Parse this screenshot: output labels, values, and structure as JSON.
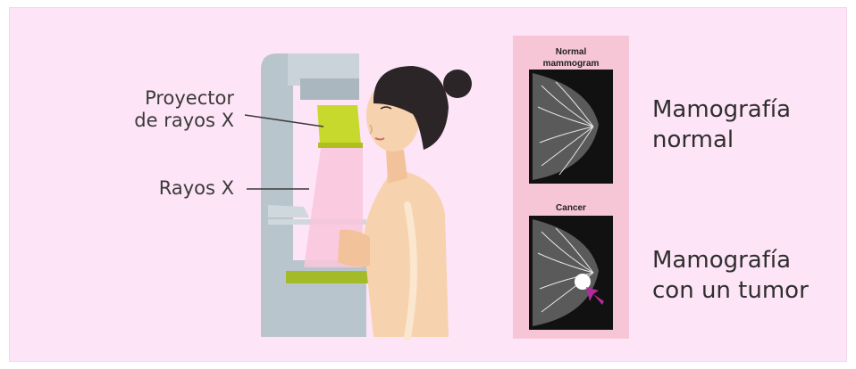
{
  "labels": {
    "projector_line1": "Proyector",
    "projector_line2": "de rayos X",
    "rays": "Rayos X"
  },
  "mammograms": {
    "normal_caption_line1": "Normal",
    "normal_caption_line2": "mammogram",
    "cancer_caption": "Cancer"
  },
  "descriptions": {
    "normal_line1": "Mamografía",
    "normal_line2": "normal",
    "tumor_line1": "Mamografía",
    "tumor_line2": "con un tumor"
  },
  "colors": {
    "background": "#fde4f7",
    "machine": "#b9c5cc",
    "projector": "#c7d92c",
    "xray_beam": "#f9c6dc",
    "skin": "#f7d2ae",
    "hair": "#2b2528",
    "tumor_arrow": "#b32a9a"
  }
}
